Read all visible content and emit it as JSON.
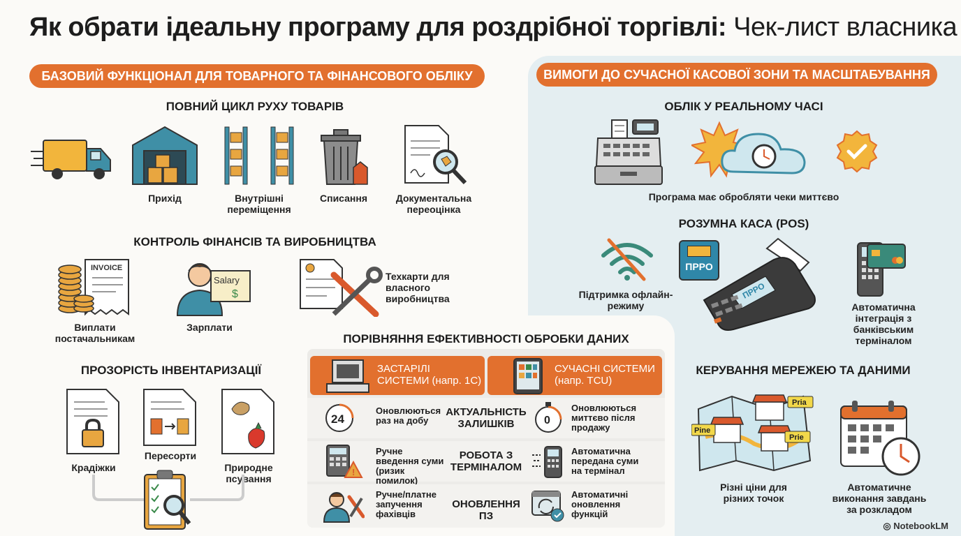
{
  "title": {
    "bold": "Як обрати ідеальну програму для роздрібної торгівлі:",
    "light": "Чек-лист власника"
  },
  "left": {
    "header": "БАЗОВИЙ ФУНКЦІОНАЛ ДЛЯ ТОВАРНОГО ТА ФІНАНСОВОГО ОБЛІКУ",
    "goods": {
      "title": "ПОВНИЙ ЦИКЛ РУХУ ТОВАРІВ",
      "items": [
        "Прихід",
        "Внутрішні переміщення",
        "Списання",
        "Документальна переоцінка"
      ]
    },
    "finance": {
      "title": "КОНТРОЛЬ ФІНАНСІВ ТА ВИРОБНИЦТВА",
      "items": [
        "Виплати постачальникам",
        "Зарплати",
        "Техкарти для власного виробництва"
      ],
      "invoice": "INVOICE",
      "salary": "Salary"
    },
    "inventory": {
      "title": "ПРОЗОРІСТЬ ІНВЕНТАРИЗАЦІЇ",
      "items": [
        "Крадіжки",
        "Пересорти",
        "Природне псування"
      ]
    }
  },
  "compare": {
    "title": "ПОРІВНЯННЯ ЕФЕКТИВНОСТІ ОБРОБКИ ДАНИХ",
    "legacy": "ЗАСТАРІЛІ СИСТЕМИ (напр. 1С)",
    "modern": "СУЧАСНІ СИСТЕМИ (напр. TCU)",
    "rows": [
      {
        "left": "Оновлюються раз на добу",
        "middle": "АКТУАЛЬНІСТЬ ЗАЛИШКІВ",
        "right": "Оновлюються миттєво після продажу",
        "left_icon_text": "24",
        "right_icon_text": "0"
      },
      {
        "left": "Ручне введення суми (ризик помилок)",
        "middle": "РОБОТА З ТЕРМІНАЛОМ",
        "right": "Автоматична передана суми на термінал"
      },
      {
        "left": "Ручне/платне запучення фахівців",
        "middle": "ОНОВЛЕННЯ ПЗ",
        "right": "Автоматичні оновлення функцій"
      }
    ]
  },
  "right": {
    "header": "ВИМОГИ ДО СУЧАСНОЇ КАСОВОЇ ЗОНИ ТА МАСШТАБУВАННЯ",
    "realtime": {
      "title": "ОБЛІК У РЕАЛЬНОМУ ЧАСІ",
      "caption": "Програма має обробляти чеки миттєво"
    },
    "pos": {
      "title": "РОЗУМНА КАСА (POS)",
      "offline": "Підтримка офлайн-режиму",
      "prro": "ПРРО",
      "bank": "Автоматична інтеграція з банківським терміналом"
    },
    "network": {
      "title": "КЕРУВАННЯ МЕРЕЖЕЮ ТА ДАНИМИ",
      "items": [
        "Різні ціни для різних точок",
        "Автоматичне виконання завдань за розкладом"
      ],
      "tags": [
        "Pria",
        "Pine",
        "Prie"
      ]
    }
  },
  "brand": "NotebookLM"
}
